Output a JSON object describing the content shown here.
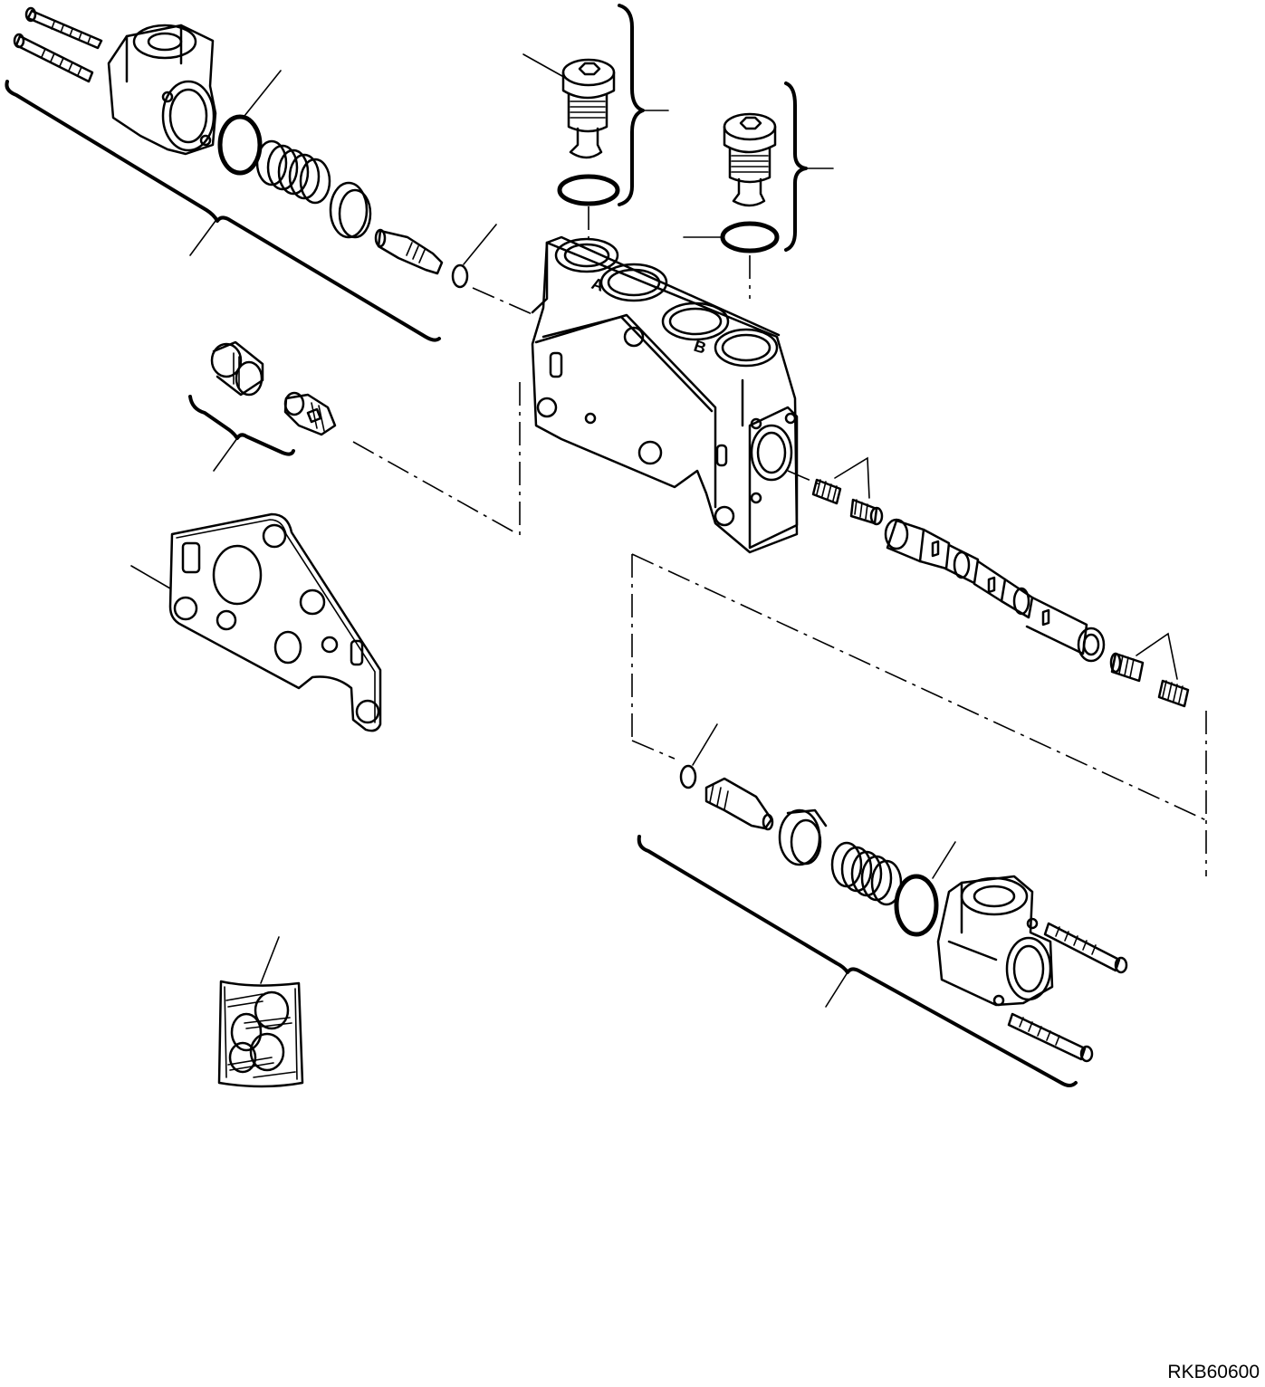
{
  "drawing_code": "RKB60600",
  "port_labels": {
    "port_a": "A",
    "port_b": "B"
  },
  "colors": {
    "line": "#000000",
    "background": "#ffffff"
  }
}
